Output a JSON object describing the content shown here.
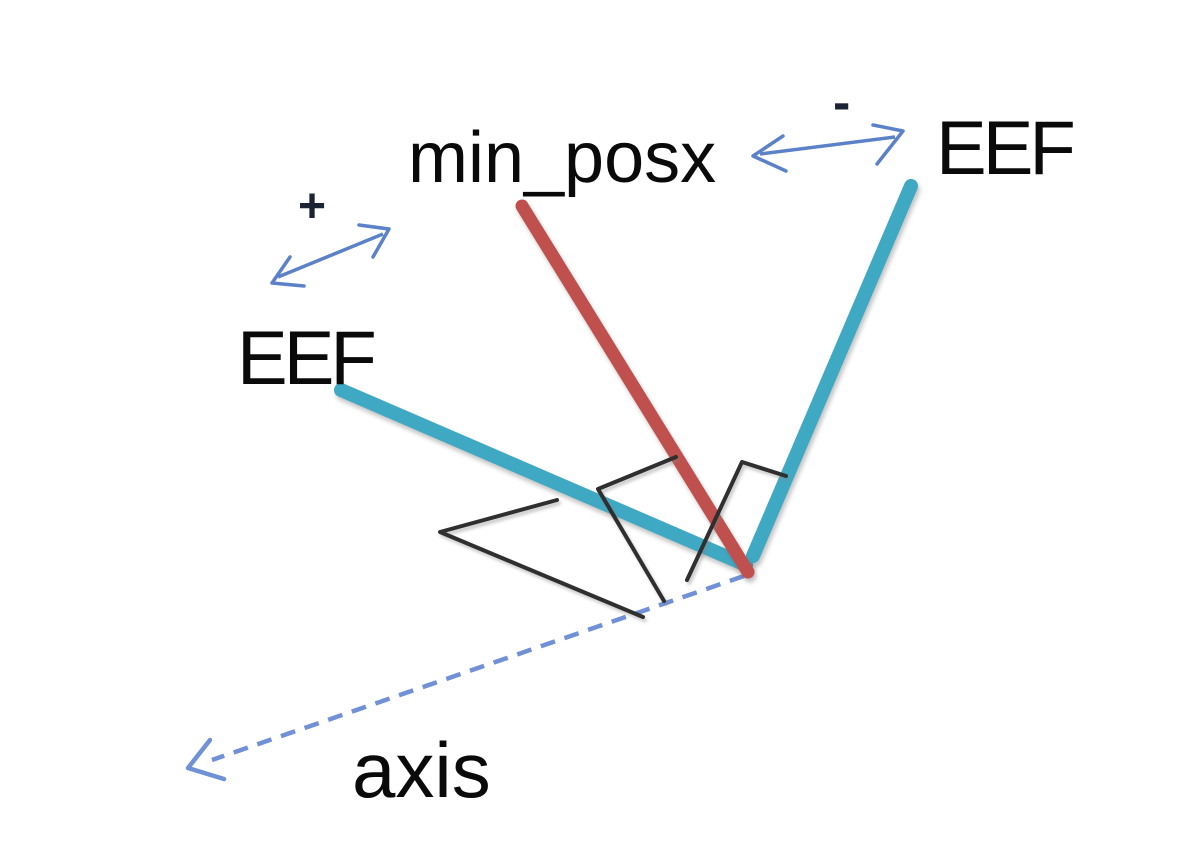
{
  "diagram": {
    "type": "annotated-geometry-diagram",
    "background": "#ffffff",
    "labels": {
      "min_posx": "min_posx",
      "eef_left": "EEF",
      "eef_right": "EEF",
      "axis": "axis",
      "plus": "+",
      "minus": "-"
    },
    "colors": {
      "min_posx_line": "#c0504d",
      "eef_line": "#3fa9c4",
      "axis_dashed": "#7191d6",
      "double_arrow": "#5b82c8",
      "angle_marks": "#2f2f2f",
      "label_text": "#0a0a0a",
      "sign_text": "#1c2433"
    }
  }
}
